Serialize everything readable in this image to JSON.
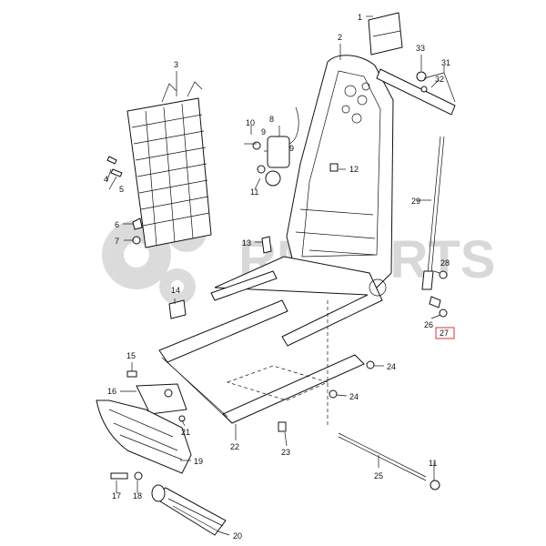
{
  "watermark": {
    "text": "RMPARTS",
    "color": "#bdbdbd"
  },
  "highlight": {
    "label": "27",
    "color": "#dd3333"
  },
  "callouts": [
    {
      "label": "1"
    },
    {
      "label": "2"
    },
    {
      "label": "3"
    },
    {
      "label": "4"
    },
    {
      "label": "5"
    },
    {
      "label": "6"
    },
    {
      "label": "7"
    },
    {
      "label": "8"
    },
    {
      "label": "9"
    },
    {
      "label": "9"
    },
    {
      "label": "10"
    },
    {
      "label": "11"
    },
    {
      "label": "11"
    },
    {
      "label": "12"
    },
    {
      "label": "13"
    },
    {
      "label": "14"
    },
    {
      "label": "15"
    },
    {
      "label": "16"
    },
    {
      "label": "17"
    },
    {
      "label": "18"
    },
    {
      "label": "19"
    },
    {
      "label": "20"
    },
    {
      "label": "21"
    },
    {
      "label": "22"
    },
    {
      "label": "23"
    },
    {
      "label": "24"
    },
    {
      "label": "24"
    },
    {
      "label": "25"
    },
    {
      "label": "26"
    },
    {
      "label": "28"
    },
    {
      "label": "29"
    },
    {
      "label": "31"
    },
    {
      "label": "32"
    },
    {
      "label": "33"
    }
  ]
}
